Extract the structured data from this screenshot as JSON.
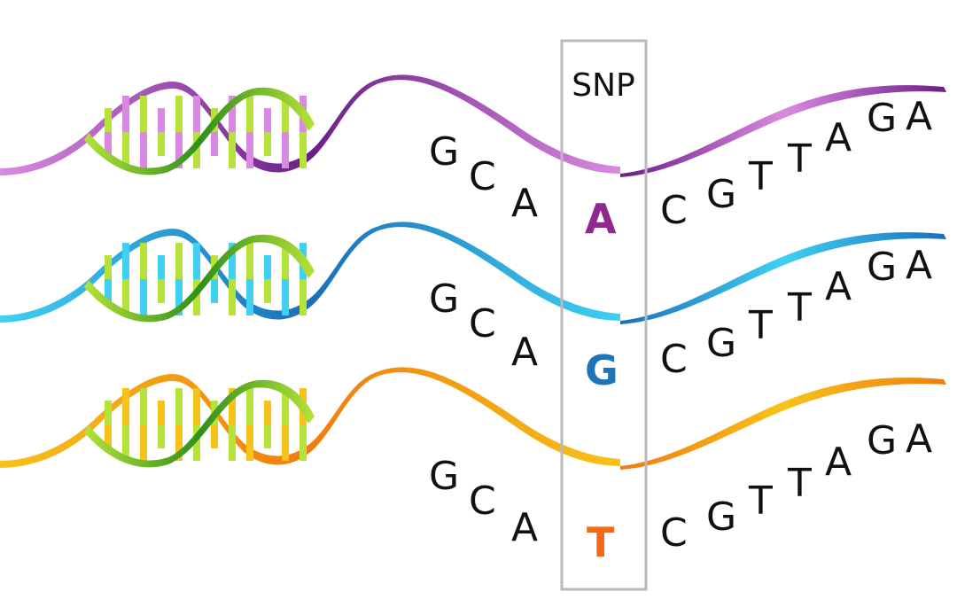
{
  "snp_label": "SNP",
  "strands": [
    {
      "before": [
        "G",
        "C",
        "A"
      ],
      "snp_base": "A",
      "after": [
        "C",
        "G",
        "T",
        "T",
        "A",
        "G",
        "A"
      ],
      "colors": {
        "light": "#d98ae0",
        "dark": "#6a1f86",
        "snp": "#8e2a8f"
      }
    },
    {
      "before": [
        "G",
        "C",
        "A"
      ],
      "snp_base": "G",
      "after": [
        "C",
        "G",
        "T",
        "T",
        "A",
        "G",
        "A"
      ],
      "colors": {
        "light": "#3fd0f2",
        "dark": "#1b6fb8",
        "snp": "#1f73b7"
      }
    },
    {
      "before": [
        "G",
        "C",
        "A"
      ],
      "snp_base": "T",
      "after": [
        "C",
        "G",
        "T",
        "T",
        "A",
        "G",
        "A"
      ],
      "colors": {
        "light": "#f7c21a",
        "dark": "#f07d0f",
        "snp": "#ef6a1b"
      }
    }
  ],
  "helix_colors": {
    "green_light": "#b6e23a",
    "green_dark": "#2f8f1a"
  }
}
